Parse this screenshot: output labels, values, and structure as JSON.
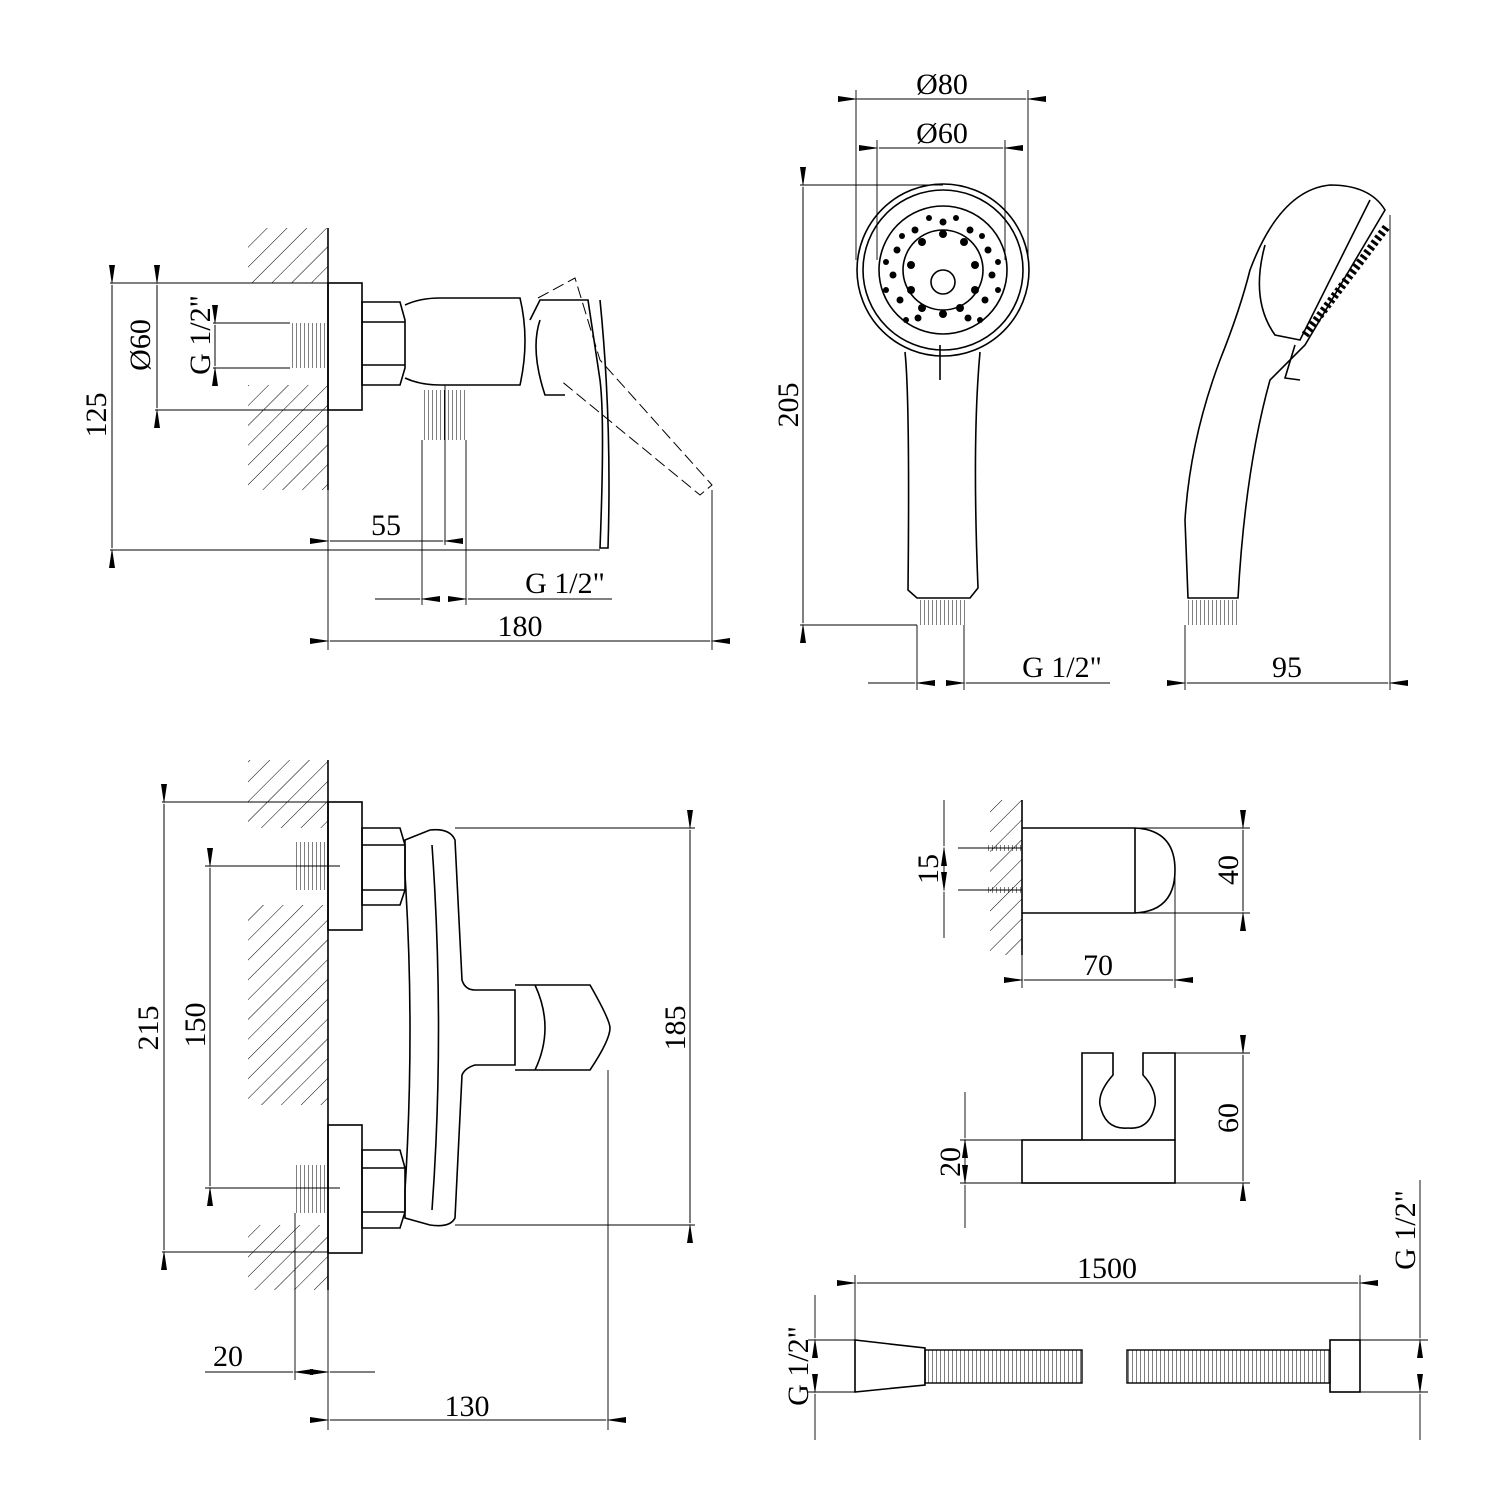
{
  "mixer_side": {
    "dim_height": "125",
    "dim_flange_dia": "Ø60",
    "dim_inlet_thread": "G 1/2\"",
    "dim_outlet_offset": "55",
    "dim_outlet_thread": "G 1/2\"",
    "dim_depth": "180"
  },
  "hand_shower": {
    "dim_head_outer": "Ø80",
    "dim_head_inner": "Ø60",
    "dim_length": "205",
    "dim_thread": "G 1/2\"",
    "dim_side_depth": "95"
  },
  "mixer_front": {
    "dim_flange_span": "215",
    "dim_inlet_spacing": "150",
    "dim_body_height": "185",
    "dim_eccentric": "20",
    "dim_depth": "130"
  },
  "wall_holder": {
    "dim_screw_spacing": "15",
    "dim_height": "40",
    "dim_depth": "70"
  },
  "bracket": {
    "dim_height": "60",
    "dim_base": "20"
  },
  "hose": {
    "dim_length": "1500",
    "dim_thread_left": "G 1/2\"",
    "dim_thread_right": "G 1/2\""
  }
}
